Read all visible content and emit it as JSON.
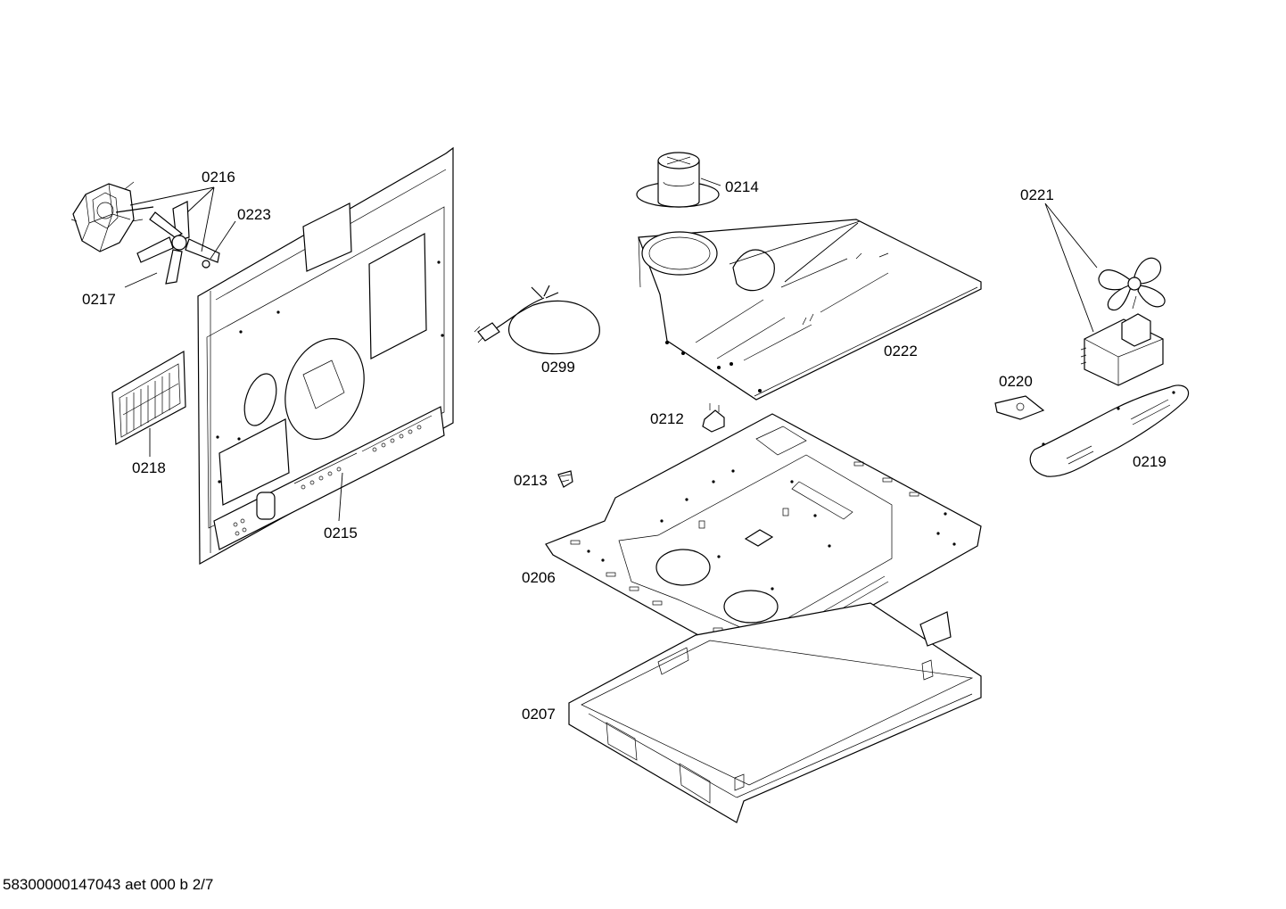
{
  "diagram": {
    "parts": [
      {
        "id": "0216"
      },
      {
        "id": "0223"
      },
      {
        "id": "0217"
      },
      {
        "id": "0218"
      },
      {
        "id": "0215"
      },
      {
        "id": "0299"
      },
      {
        "id": "0214"
      },
      {
        "id": "0222"
      },
      {
        "id": "0212"
      },
      {
        "id": "0213"
      },
      {
        "id": "0206"
      },
      {
        "id": "0207"
      },
      {
        "id": "0221"
      },
      {
        "id": "0220"
      },
      {
        "id": "0219"
      }
    ],
    "footer": "58300000147043 aet 000 b 2/7"
  }
}
